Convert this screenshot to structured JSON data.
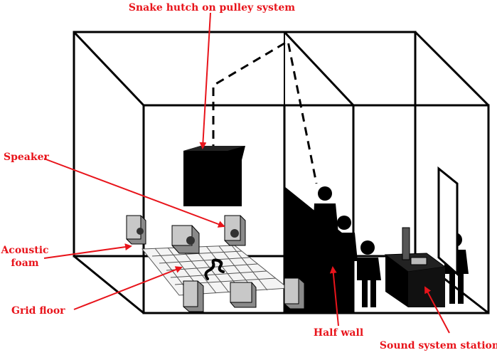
{
  "labels": {
    "snake_hutch": "Snake hutch on pulley system",
    "speaker": "Speaker",
    "acoustic_foam_line1": "Acoustic",
    "acoustic_foam_line2": "foam",
    "grid_floor": "Grid floor",
    "half_wall": "Half wall",
    "sound_system_station": "Sound system station"
  },
  "colors": {
    "label_text": "#e8141b",
    "arrow": "#e8141b",
    "outline": "#000000",
    "hutch_fill": "#000000",
    "speaker_fill": "#c8c8c8",
    "speaker_side": "#8a8a8a",
    "grid_lines": "#555555"
  }
}
